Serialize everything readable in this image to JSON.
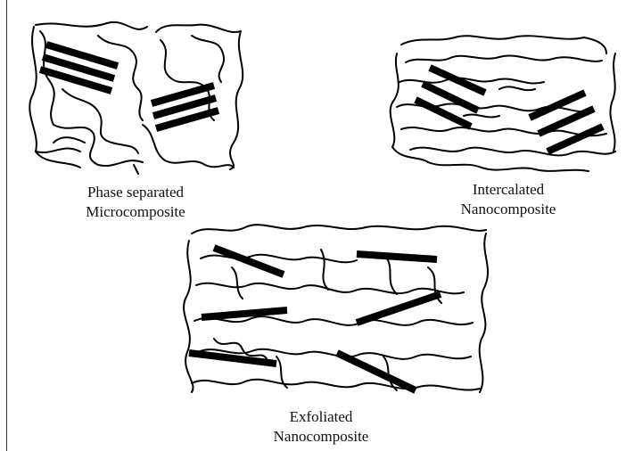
{
  "panels": {
    "phase_separated": {
      "caption_line1": "Phase separated",
      "caption_line2": "Microcomposite"
    },
    "intercalated": {
      "caption_line1": "Intercalated",
      "caption_line2": "Nanocomposite"
    },
    "exfoliated": {
      "caption_line1": "Exfoliated",
      "caption_line2": "Nanocomposite"
    }
  },
  "colors": {
    "stroke": "#000000",
    "background": "#ffffff"
  }
}
